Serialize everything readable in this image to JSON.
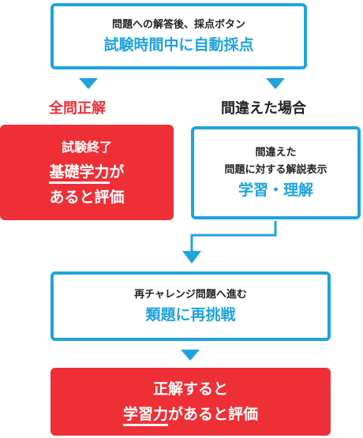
{
  "colors": {
    "blue": "#1fa3dc",
    "red": "#ef2f36",
    "text": "#222222"
  },
  "top": {
    "small": "問題への解答後、採点ボタン",
    "big": "試験時間中に自動採点"
  },
  "branch_correct": {
    "label": "全問正解"
  },
  "branch_wrong": {
    "label": "間違えた場合"
  },
  "correct_box": {
    "line1": "試験終了",
    "line2a": "基礎学力",
    "line2b": "が",
    "line3": "あると評価"
  },
  "wrong_box": {
    "line1": "間違えた",
    "line2": "問題に対する解説表示",
    "big": "学習・理解"
  },
  "retry_box": {
    "small": "再チャレンジ問題へ進む",
    "big": "類題に再挑戦"
  },
  "final_box": {
    "line1": "正解すると",
    "line2a": "学習力",
    "line2b": "があると評価"
  }
}
